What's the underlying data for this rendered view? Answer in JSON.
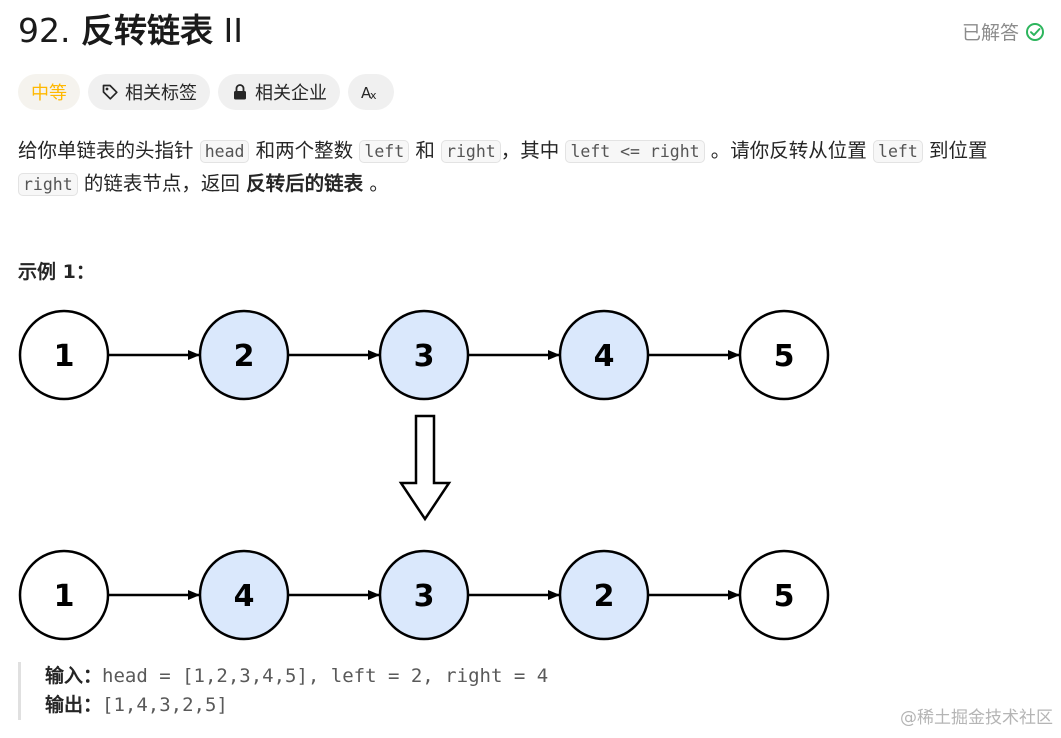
{
  "header": {
    "number": "92.",
    "name": "反转链表",
    "suffix": "II",
    "solved_label": "已解答"
  },
  "tags": {
    "difficulty": "中等",
    "related_tags": "相关标签",
    "related_companies": "相关企业",
    "translate_glyph": "Aあ"
  },
  "description": {
    "p1": "给你单链表的头指针",
    "code_head": "head",
    "p2": "和两个整数",
    "code_left": "left",
    "p3": "和",
    "code_right": "right",
    "p4": "，其中",
    "code_cond": "left <= right",
    "p5": "。请你反转从位置",
    "code_left2": "left",
    "p6": "到位置",
    "code_right2": "right",
    "p7": "的链表节点，返回",
    "bold": "反转后的链表",
    "p8": "。"
  },
  "example": {
    "title": "示例 1：",
    "before": [
      "1",
      "2",
      "3",
      "4",
      "5"
    ],
    "after": [
      "1",
      "4",
      "3",
      "2",
      "5"
    ],
    "highlighted": [
      false,
      true,
      true,
      true,
      false
    ],
    "input_label": "输入：",
    "input_value": "head = [1,2,3,4,5], left = 2, right = 4",
    "output_label": "输出：",
    "output_value": "[1,4,3,2,5]"
  },
  "colors": {
    "highlight_fill": "#dae8fc",
    "node_stroke": "#000000",
    "medium": "#ffb800",
    "solved_check": "#2db55d"
  },
  "watermark": "@稀土掘金技术社区"
}
